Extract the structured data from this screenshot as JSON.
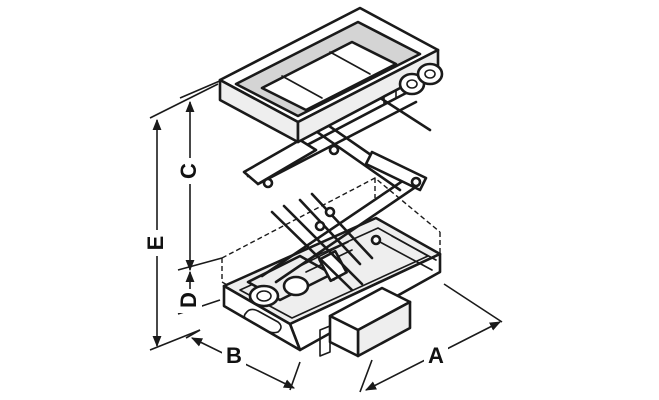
{
  "labels": {
    "a": "A",
    "b": "B",
    "c": "C",
    "d": "D",
    "e": "E"
  },
  "colors": {
    "stroke": "#1a1a1a",
    "background": "#ffffff"
  }
}
